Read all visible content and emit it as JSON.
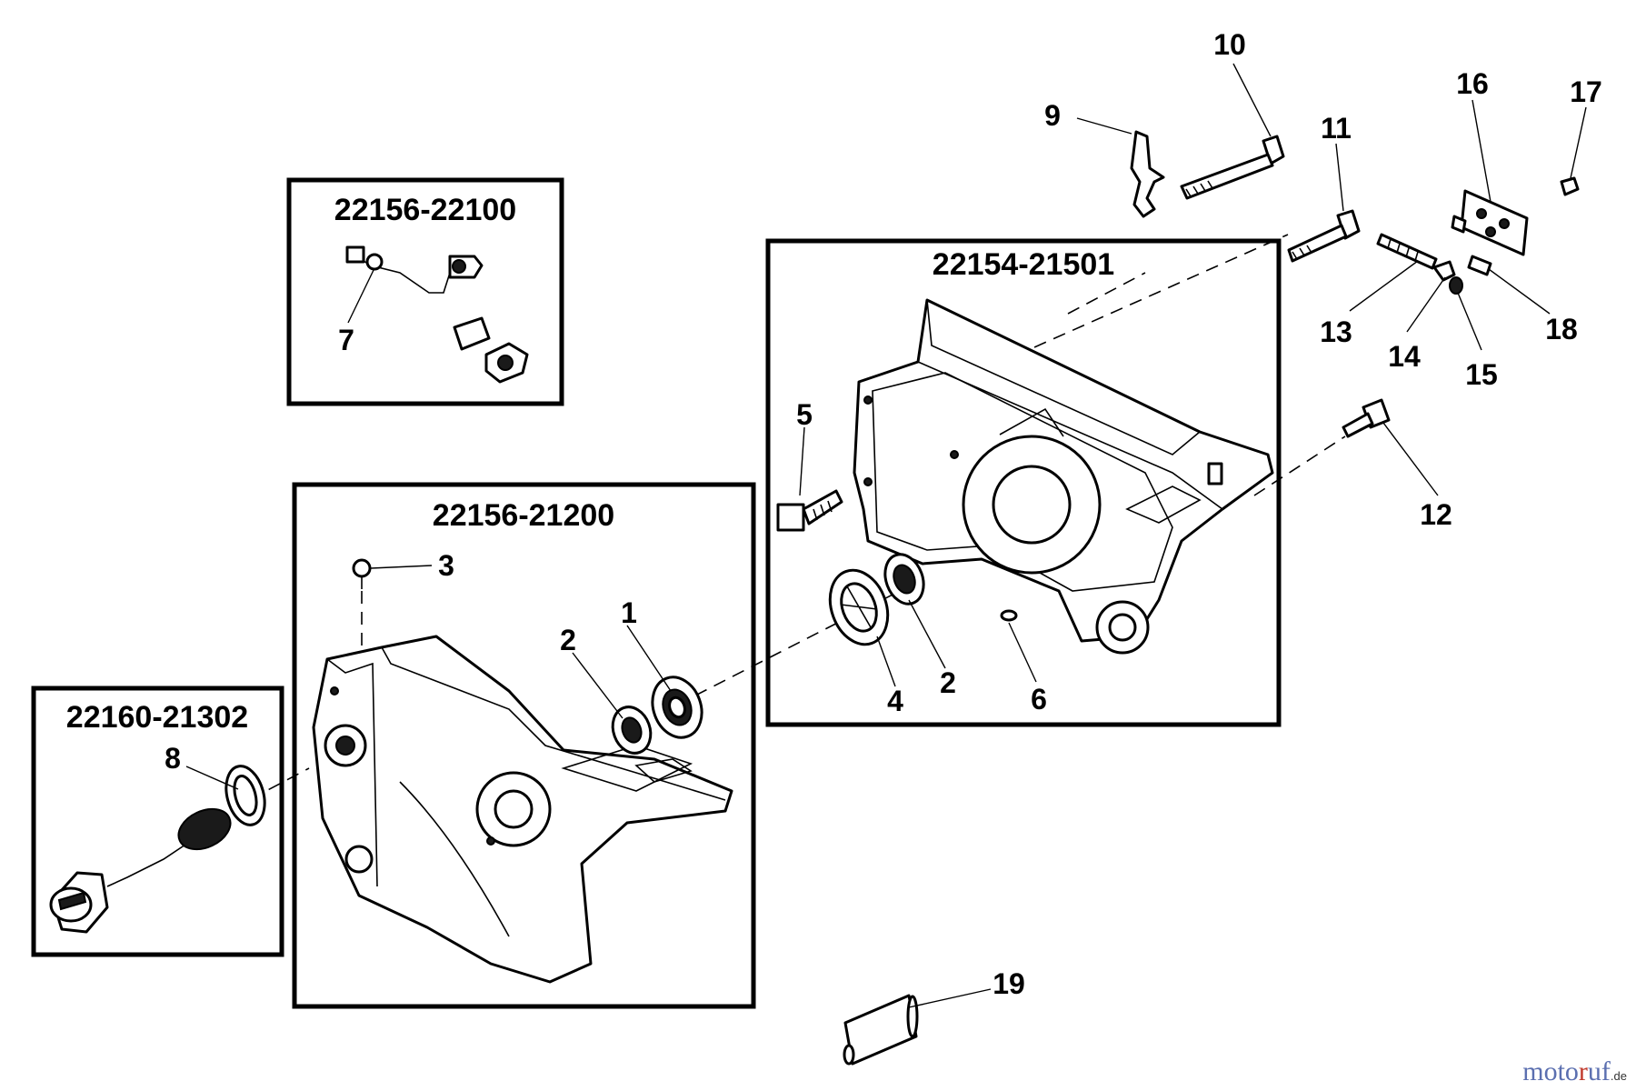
{
  "diagram": {
    "assemblies": [
      {
        "id": "box-a",
        "label": "22156-22100"
      },
      {
        "id": "box-b",
        "label": "22154-21501"
      },
      {
        "id": "box-c",
        "label": "22156-21200"
      },
      {
        "id": "box-d",
        "label": "22160-21302"
      }
    ],
    "callouts": [
      "1",
      "2",
      "2",
      "3",
      "4",
      "5",
      "6",
      "7",
      "8",
      "9",
      "10",
      "11",
      "12",
      "13",
      "14",
      "15",
      "16",
      "17",
      "18",
      "19"
    ]
  },
  "watermark": {
    "part1": "moto",
    "part2": "r",
    "part3": "uf",
    "part4": ".de"
  },
  "colors": {
    "line": "#000000",
    "background": "#ffffff",
    "watermark_blue": "#5b6fb0",
    "watermark_red": "#c0392b"
  }
}
